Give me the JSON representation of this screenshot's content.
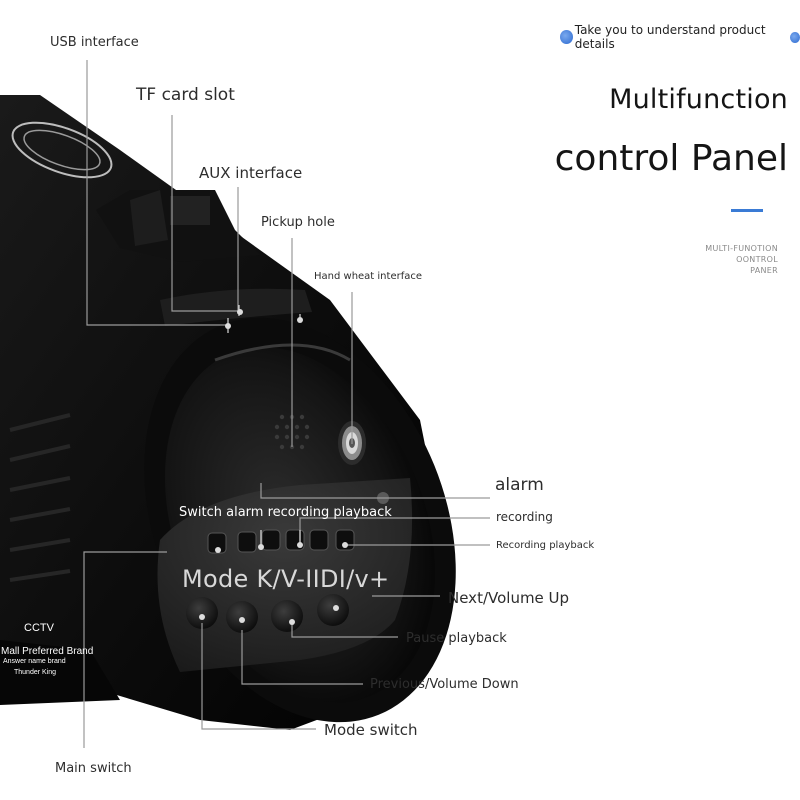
{
  "header": {
    "tagline": "Take you to understand product details",
    "title_line1": "Multifunction",
    "title_line2": "control Panel",
    "subcaption": [
      "MULTI-FUNOTION",
      "OONTROL",
      "PANER"
    ],
    "accent_color": "#3a7bd5"
  },
  "callouts": {
    "usb": "USB interface",
    "tf": "TF card slot",
    "aux": "AUX interface",
    "pickup": "Pickup hole",
    "hand_wheat": "Hand wheat interface",
    "alarm": "alarm",
    "recording": "recording",
    "recording_playback": "Recording playback",
    "next_volume_up": "Next/Volume Up",
    "pause_playback": "Pause playback",
    "previous_volume_down": "Previous/Volume Down",
    "mode_switch": "Mode switch",
    "main_switch": "Main switch"
  },
  "device": {
    "switch_row_label": "Switch alarm recording playback",
    "mode_row_label": "Mode K/V-IIDI/v+"
  },
  "brand": {
    "cctv": "CCTV",
    "preferred": "Mall Preferred Brand",
    "answer": "Answer name brand",
    "thunder": "Thunder King"
  },
  "icons": [
    "blue-dot-icon",
    "brand-logo-icon",
    "speaker-grille-icon",
    "audio-jack-icon"
  ]
}
